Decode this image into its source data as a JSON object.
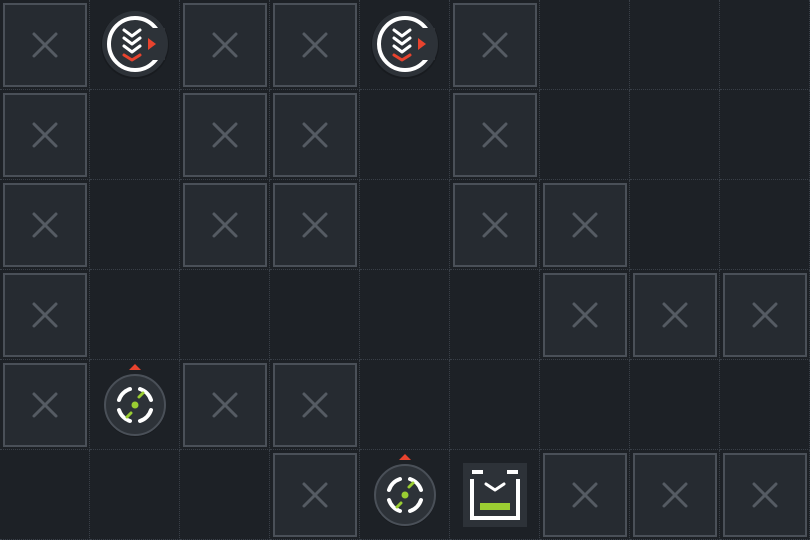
{
  "board": {
    "cols": 9,
    "rows": 6,
    "colors": {
      "background": "#1d2126",
      "grid_line": "#3a4048",
      "wall_fill": "#262b31",
      "wall_border": "#4a5058",
      "wall_x": "#555b63",
      "piece_body": "#2d3238",
      "piece_ring": "#ffffff",
      "accent_red": "#e8432e",
      "accent_green": "#9acd32"
    }
  },
  "cells": [
    {
      "row": 0,
      "col": 0,
      "type": "wall"
    },
    {
      "row": 0,
      "col": 1,
      "type": "conveyor-piece"
    },
    {
      "row": 0,
      "col": 2,
      "type": "wall"
    },
    {
      "row": 0,
      "col": 3,
      "type": "wall"
    },
    {
      "row": 0,
      "col": 4,
      "type": "conveyor-piece"
    },
    {
      "row": 0,
      "col": 5,
      "type": "wall"
    },
    {
      "row": 1,
      "col": 0,
      "type": "wall"
    },
    {
      "row": 1,
      "col": 2,
      "type": "wall"
    },
    {
      "row": 1,
      "col": 3,
      "type": "wall"
    },
    {
      "row": 1,
      "col": 5,
      "type": "wall"
    },
    {
      "row": 2,
      "col": 0,
      "type": "wall"
    },
    {
      "row": 2,
      "col": 2,
      "type": "wall"
    },
    {
      "row": 2,
      "col": 3,
      "type": "wall"
    },
    {
      "row": 2,
      "col": 5,
      "type": "wall"
    },
    {
      "row": 2,
      "col": 6,
      "type": "wall"
    },
    {
      "row": 3,
      "col": 0,
      "type": "wall"
    },
    {
      "row": 3,
      "col": 6,
      "type": "wall"
    },
    {
      "row": 3,
      "col": 7,
      "type": "wall"
    },
    {
      "row": 3,
      "col": 8,
      "type": "wall"
    },
    {
      "row": 4,
      "col": 0,
      "type": "wall"
    },
    {
      "row": 4,
      "col": 1,
      "type": "rotator-piece"
    },
    {
      "row": 4,
      "col": 2,
      "type": "wall"
    },
    {
      "row": 4,
      "col": 3,
      "type": "wall"
    },
    {
      "row": 5,
      "col": 3,
      "type": "wall"
    },
    {
      "row": 5,
      "col": 4,
      "type": "rotator-piece"
    },
    {
      "row": 5,
      "col": 5,
      "type": "goal-bin"
    },
    {
      "row": 5,
      "col": 6,
      "type": "wall"
    },
    {
      "row": 5,
      "col": 7,
      "type": "wall"
    },
    {
      "row": 5,
      "col": 8,
      "type": "wall"
    }
  ]
}
